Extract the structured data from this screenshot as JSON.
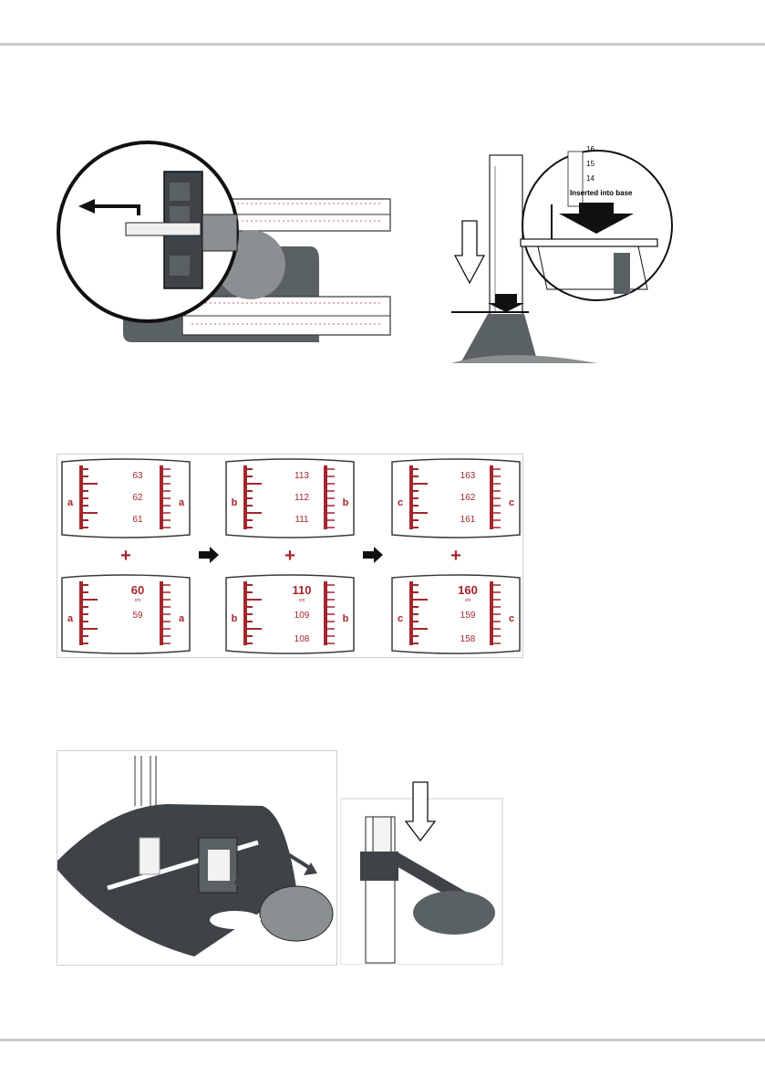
{
  "figure1_right": {
    "callout": "Inserted into base",
    "scale_labels": [
      "16",
      "15",
      "14"
    ]
  },
  "figure2": {
    "panels": [
      {
        "letter": "a",
        "top": [
          "63",
          "62",
          "61"
        ],
        "bottom_major": "60",
        "bottom": [
          "59"
        ],
        "unit": "cm"
      },
      {
        "letter": "b",
        "top": [
          "113",
          "112",
          "111"
        ],
        "bottom_major": "110",
        "bottom": [
          "109",
          "108"
        ],
        "unit": "cm"
      },
      {
        "letter": "c",
        "top": [
          "163",
          "162",
          "161"
        ],
        "bottom_major": "160",
        "bottom": [
          "159",
          "158"
        ],
        "unit": "cm"
      }
    ],
    "plus": "+",
    "colors": {
      "scale_red": "#a3262d",
      "frame": "#3a3a3a"
    }
  },
  "colors": {
    "rule": "#c9c9c9",
    "device_dark": "#3d4346",
    "device_gray": "#8a8f92"
  }
}
